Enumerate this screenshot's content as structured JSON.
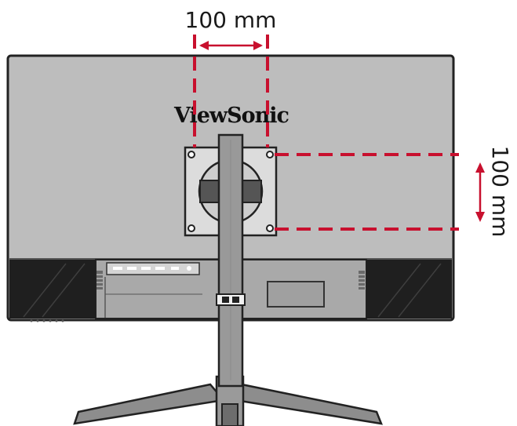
{
  "brand_logo": "ViewSonic",
  "dimensions": {
    "horizontal_label": "100 mm",
    "vertical_label": "100 mm"
  },
  "colors": {
    "guide": "#c8102e",
    "monitor_back": "#bdbdbd",
    "outline": "#222222",
    "dark_strip": "#1f1f1f",
    "stand": "#8a8a8a"
  },
  "icons": [
    "mounting-screw-icon",
    "usb-port-icon",
    "cable-clip-icon",
    "control-button-icon"
  ]
}
